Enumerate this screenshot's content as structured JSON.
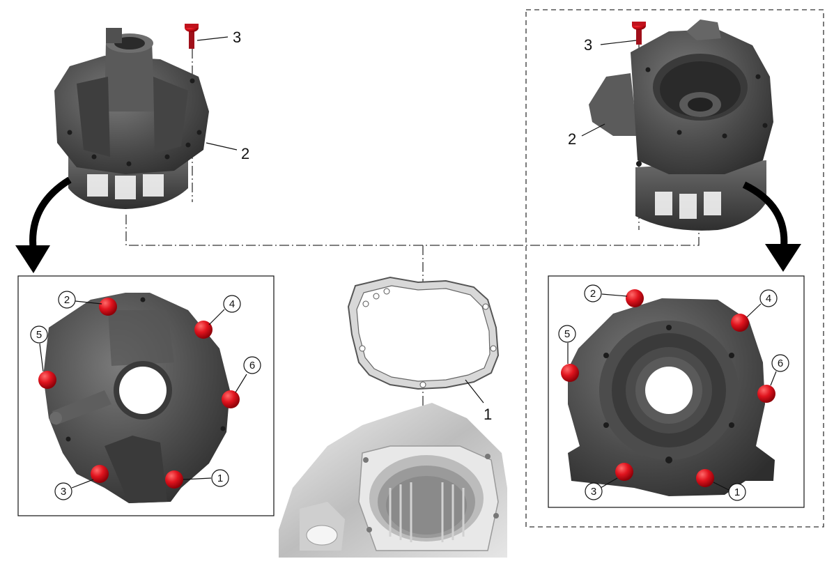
{
  "callouts": {
    "gasket": "1",
    "housing_left": "2",
    "housing_right": "2",
    "bolt_left": "3",
    "bolt_right": "3"
  },
  "sequence_left": [
    "1",
    "2",
    "3",
    "4",
    "5",
    "6"
  ],
  "sequence_right": [
    "1",
    "2",
    "3",
    "4",
    "5",
    "6"
  ],
  "colors": {
    "bolt_red": "#e0141e",
    "casting_dark": "#4a4a4a",
    "casting_light": "#c9c9c9",
    "line": "#333333"
  }
}
